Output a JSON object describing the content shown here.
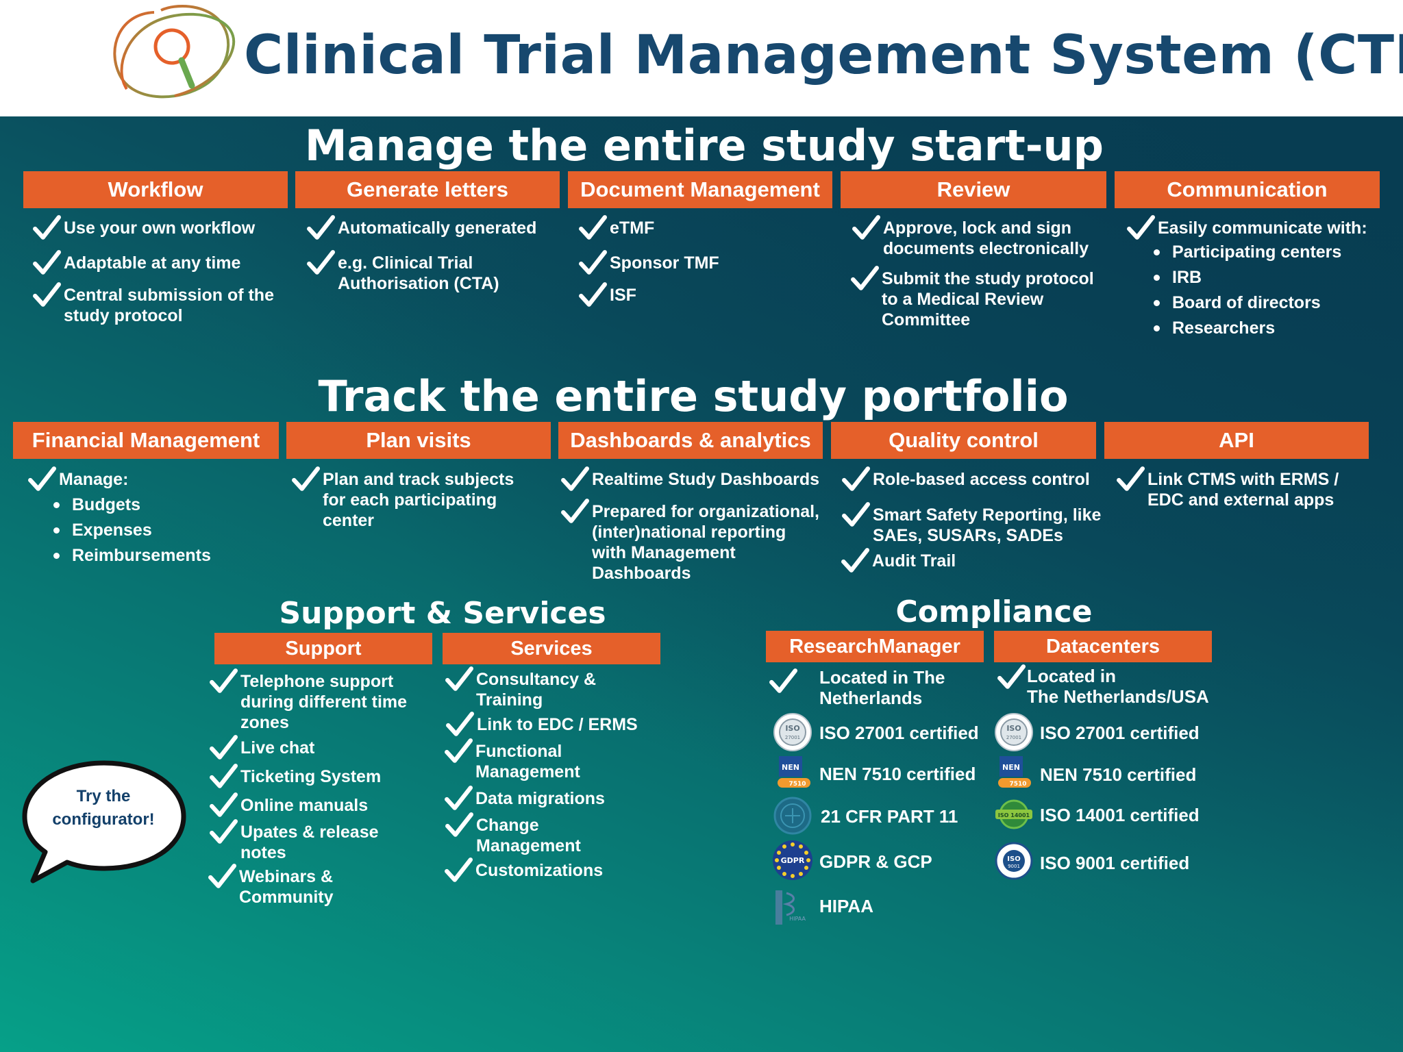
{
  "header": {
    "title": "Clinical Trial Management System (CTMS)",
    "brand_color": "#17486e",
    "logo_icon": "magnifier-swirl-logo-icon"
  },
  "colors": {
    "accent": "#e5602a",
    "text": "#ffffff",
    "bg_dark": "#073d52",
    "bg_light": "#06a088"
  },
  "startup": {
    "title": "Manage the entire study start-up",
    "columns": [
      {
        "header": "Workflow",
        "items": [
          "Use your own workflow",
          "Adaptable at any time",
          "Central submission of the\nstudy protocol"
        ]
      },
      {
        "header": "Generate letters",
        "items": [
          "Automatically generated",
          "e.g. Clinical Trial\nAuthorisation (CTA)"
        ]
      },
      {
        "header": "Document Management",
        "items": [
          "eTMF",
          "Sponsor TMF",
          "ISF"
        ]
      },
      {
        "header": "Review",
        "items": [
          "Approve, lock and sign\ndocuments electronically",
          "Submit the study protocol\nto a Medical Review\nCommittee"
        ]
      },
      {
        "header": "Communication",
        "items": [
          "Easily communicate with:"
        ],
        "bullets": [
          "Participating centers",
          "IRB",
          "Board of directors",
          "Researchers"
        ]
      }
    ]
  },
  "portfolio": {
    "title": "Track the entire study portfolio",
    "columns": [
      {
        "header": "Financial Management",
        "items": [
          "Manage:"
        ],
        "bullets": [
          "Budgets",
          "Expenses",
          "Reimbursements"
        ]
      },
      {
        "header": "Plan visits",
        "items": [
          "Plan and track subjects\nfor each participating\ncenter"
        ]
      },
      {
        "header": "Dashboards & analytics",
        "items": [
          "Realtime Study Dashboards",
          "Prepared for organizational,\n(inter)national reporting\nwith Management\nDashboards"
        ]
      },
      {
        "header": "Quality control",
        "items": [
          "Role-based access control",
          "Smart Safety Reporting, like\nSAEs, SUSARs, SADEs",
          "Audit Trail"
        ]
      },
      {
        "header": "API",
        "items": [
          "Link CTMS with ERMS /\nEDC and external apps"
        ]
      }
    ]
  },
  "support_services": {
    "title": "Support & Services",
    "support": {
      "header": "Support",
      "items": [
        "Telephone support\nduring different time\nzones",
        "Live chat",
        "Ticketing System",
        "Online manuals",
        "Upates & release\nnotes",
        "Webinars &\nCommunity"
      ]
    },
    "services": {
      "header": "Services",
      "items": [
        "Consultancy &\nTraining",
        "Link to EDC / ERMS",
        "Functional\nManagement",
        "Data migrations",
        "Change\nManagement",
        "Customizations"
      ]
    }
  },
  "compliance": {
    "title": "Compliance",
    "research_manager": {
      "header": "ResearchManager",
      "located": "Located in The\nNetherlands",
      "certs": [
        {
          "label": "ISO 27001 certified",
          "icon": "iso-27001-badge-icon",
          "badge_text": "ISO",
          "badge_sub": "27001"
        },
        {
          "label": "NEN 7510 certified",
          "icon": "nen-7510-badge-icon",
          "badge_text": "NEN",
          "badge_sub": "7510"
        },
        {
          "label": "21 CFR PART 11",
          "icon": "cfr-part-11-seal-icon"
        },
        {
          "label": "GDPR & GCP",
          "icon": "gdpr-stars-icon",
          "badge_text": "GDPR"
        },
        {
          "label": "HIPAA",
          "icon": "hipaa-caduceus-icon",
          "badge_text": "HIPAA"
        }
      ]
    },
    "datacenters": {
      "header": "Datacenters",
      "located": "Located in\nThe Netherlands/USA",
      "certs": [
        {
          "label": "ISO 27001 certified",
          "icon": "iso-27001-badge-icon",
          "badge_text": "ISO",
          "badge_sub": "27001"
        },
        {
          "label": "NEN 7510 certified",
          "icon": "nen-7510-badge-icon",
          "badge_text": "NEN",
          "badge_sub": "7510"
        },
        {
          "label": "ISO 14001 certified",
          "icon": "iso-14001-badge-icon",
          "badge_text": "ISO 14001"
        },
        {
          "label": "ISO 9001 certified",
          "icon": "iso-9001-seal-icon",
          "badge_text": "ISO",
          "badge_sub": "9001"
        }
      ]
    }
  },
  "callout": {
    "text": "Try the\nconfigurator!",
    "icon": "speech-bubble-icon"
  }
}
